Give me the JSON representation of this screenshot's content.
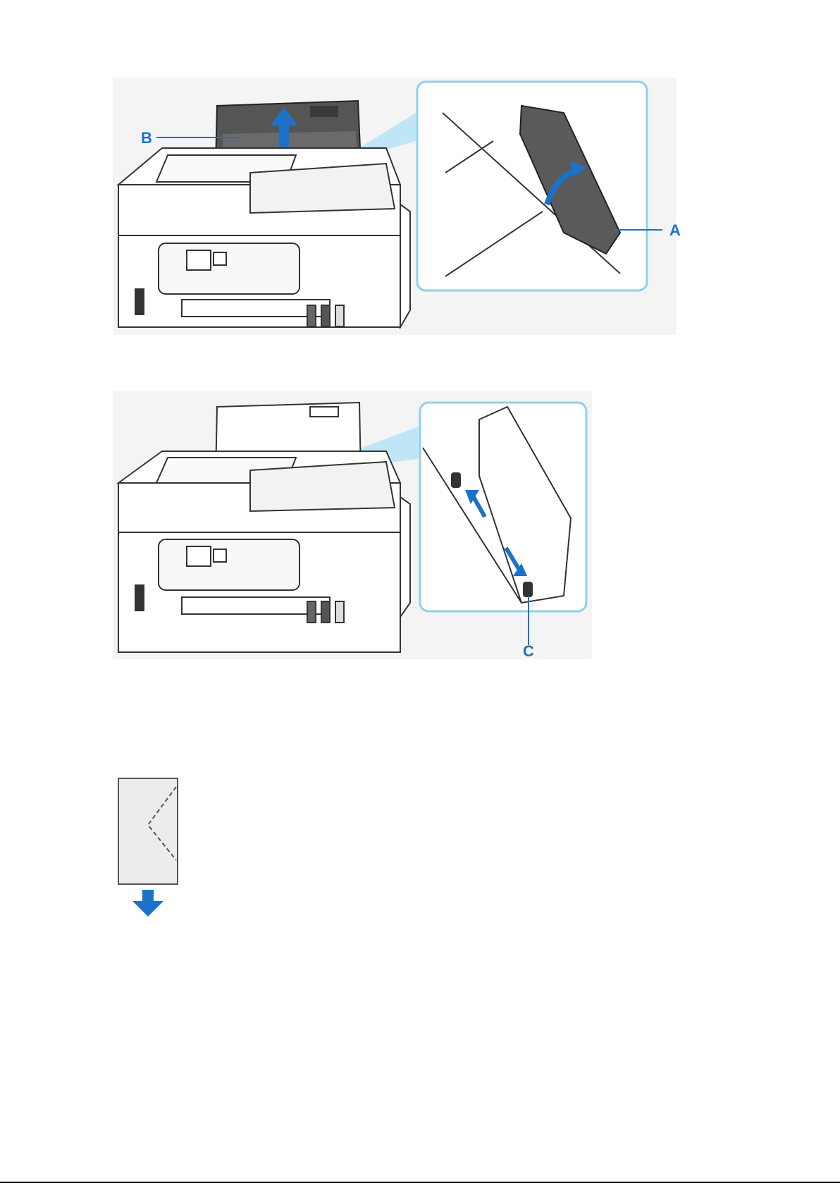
{
  "figure1": {
    "label_b": "B",
    "label_a": "A"
  },
  "figure2": {
    "label_c": "C"
  },
  "colors": {
    "accent": "#1a73c8",
    "callout_border": "#8fd0ee",
    "callout_beam": "#8fd0ee"
  }
}
